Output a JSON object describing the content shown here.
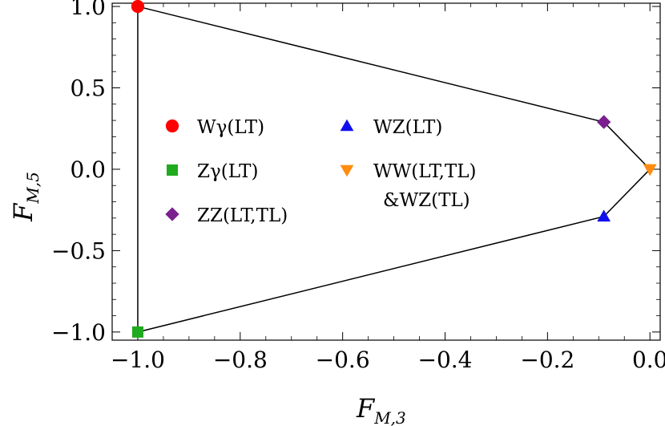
{
  "chart_data": {
    "type": "scatter",
    "xlabel": "F",
    "xlabel_sub": "M,3",
    "ylabel": "F",
    "ylabel_sub": "M,5",
    "xlim": [
      -1.05,
      0.02
    ],
    "ylim": [
      -1.05,
      1.02
    ],
    "x_ticks": [
      -1.0,
      -0.8,
      -0.6,
      -0.4,
      -0.2,
      0.0
    ],
    "x_tick_labels": [
      "−1.0",
      "−0.8",
      "−0.6",
      "−0.4",
      "−0.2",
      "0.0"
    ],
    "y_ticks": [
      -1.0,
      -0.5,
      0.0,
      0.5,
      1.0
    ],
    "y_tick_labels": [
      "−1.0",
      "−0.5",
      "0.0",
      "0.5",
      "1.0"
    ],
    "boundary": {
      "color": "#000000",
      "x": [
        -1.0,
        -0.09,
        0.0,
        -0.09,
        -1.0,
        -1.0
      ],
      "y": [
        1.0,
        0.29,
        0.0,
        -0.29,
        -1.0,
        1.0
      ]
    },
    "series": [
      {
        "name": "Wγ(LT)",
        "marker": "circle",
        "color": "#ff0000",
        "x": [
          -1.0
        ],
        "y": [
          1.0
        ]
      },
      {
        "name": "Zγ(LT)",
        "marker": "square",
        "color": "#1faa1f",
        "x": [
          -1.0
        ],
        "y": [
          -1.0
        ]
      },
      {
        "name": "ZZ(LT,TL)",
        "marker": "diamond",
        "color": "#7b1f8f",
        "x": [
          -0.09
        ],
        "y": [
          0.29
        ]
      },
      {
        "name": "WZ(LT)",
        "marker": "triangle-up",
        "color": "#1010ee",
        "x": [
          -0.09
        ],
        "y": [
          -0.29
        ]
      },
      {
        "name": "WW(LT,TL)",
        "name_line2": "&WZ(TL)",
        "marker": "triangle-down",
        "color": "#ff8c10",
        "x": [
          0.0
        ],
        "y": [
          0.0
        ]
      }
    ],
    "legend_position": "center",
    "grid": false
  }
}
